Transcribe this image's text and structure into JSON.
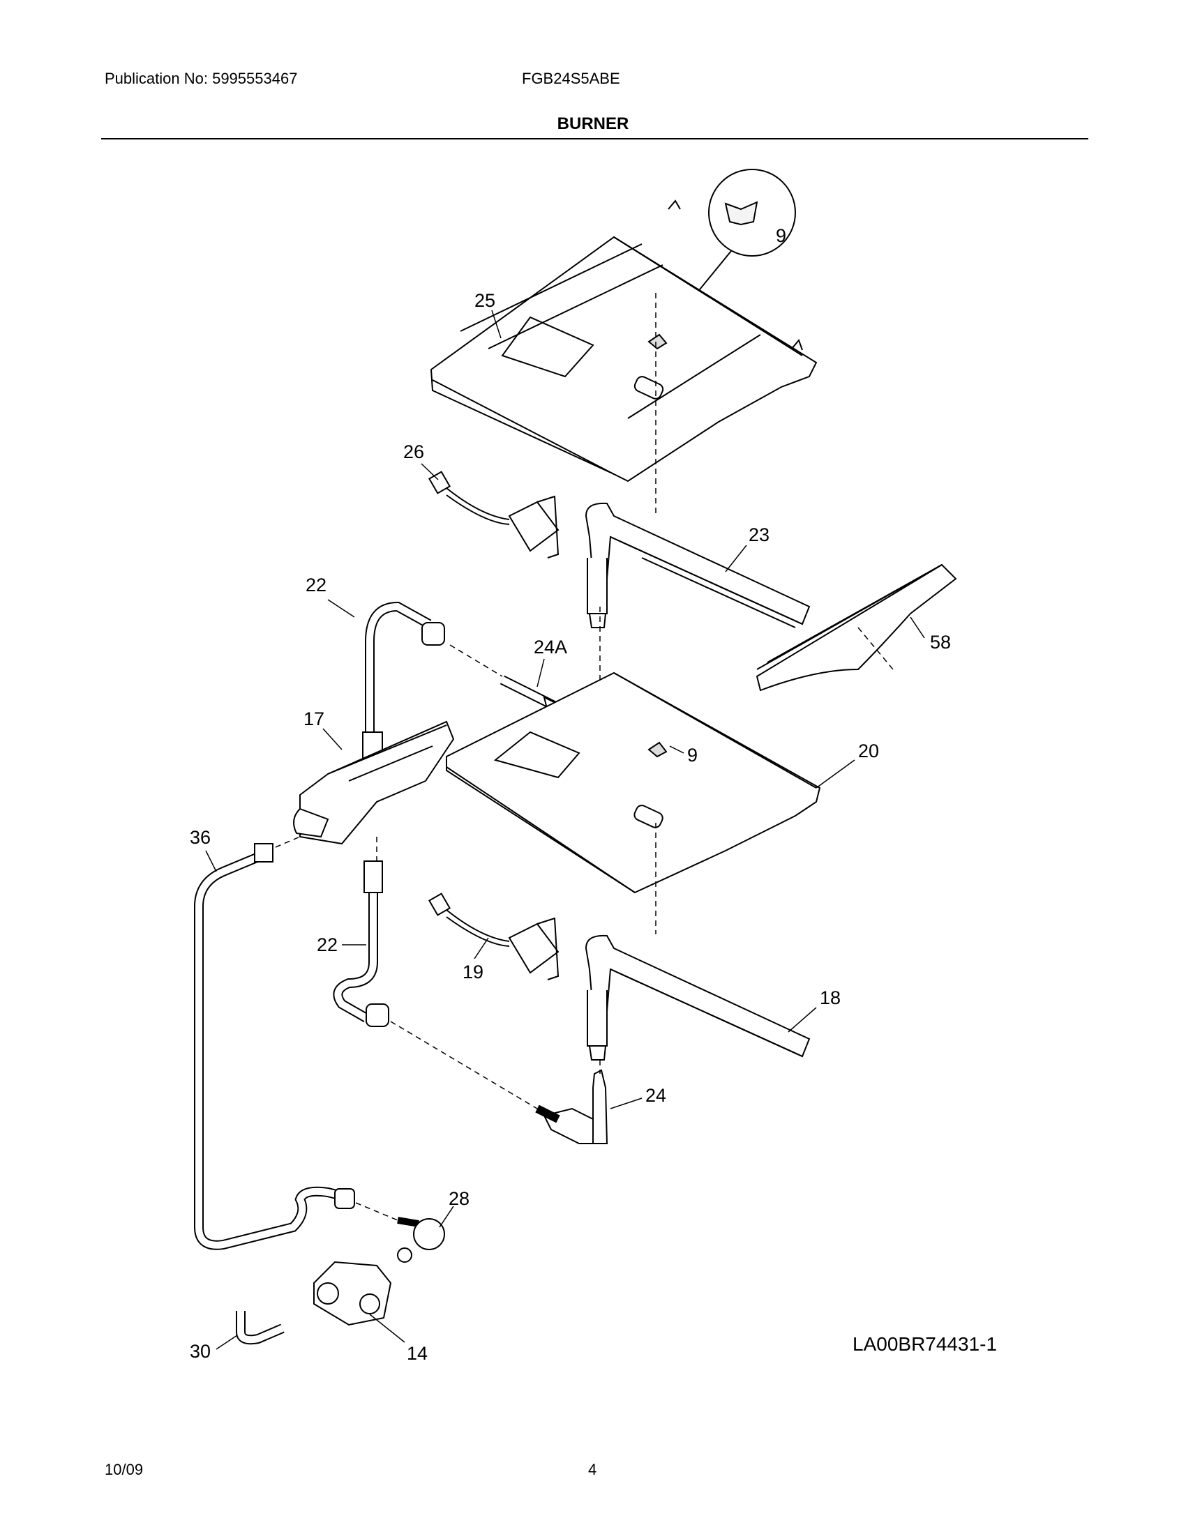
{
  "header": {
    "publication": "Publication No: 5995553467",
    "model": "FGB24S5ABE",
    "title": "BURNER"
  },
  "callouts": {
    "c9_top": "9",
    "c25": "25",
    "c26": "26",
    "c23": "23",
    "c22_upper": "22",
    "c24a": "24A",
    "c58": "58",
    "c17": "17",
    "c20": "20",
    "c9_mid": "9",
    "c36": "36",
    "c22_lower": "22",
    "c19": "19",
    "c18": "18",
    "c24": "24",
    "c28": "28",
    "c30": "30",
    "c14": "14"
  },
  "drawing_id": "LA00BR74431-1",
  "footer": {
    "date": "10/09",
    "page": "4"
  }
}
